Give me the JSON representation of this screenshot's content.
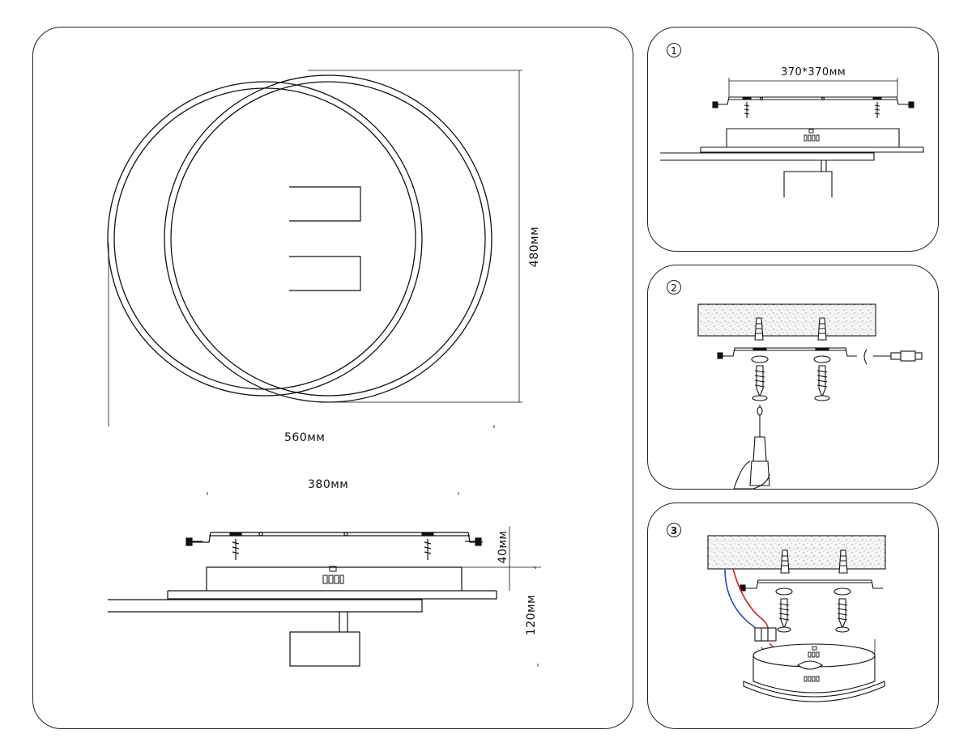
{
  "main": {
    "dim_width": "560мм",
    "dim_height": "480мм",
    "dim_base": "380мм",
    "dim_depth_top": "40мм",
    "dim_depth_total": "120мм"
  },
  "step1": {
    "number": "1",
    "dim_bracket": "370*370мм"
  },
  "step2": {
    "number": "2"
  },
  "step3": {
    "number": "3"
  },
  "colors": {
    "line": "#111111",
    "wire_red": "#d42020",
    "wire_blue": "#2848c8"
  }
}
